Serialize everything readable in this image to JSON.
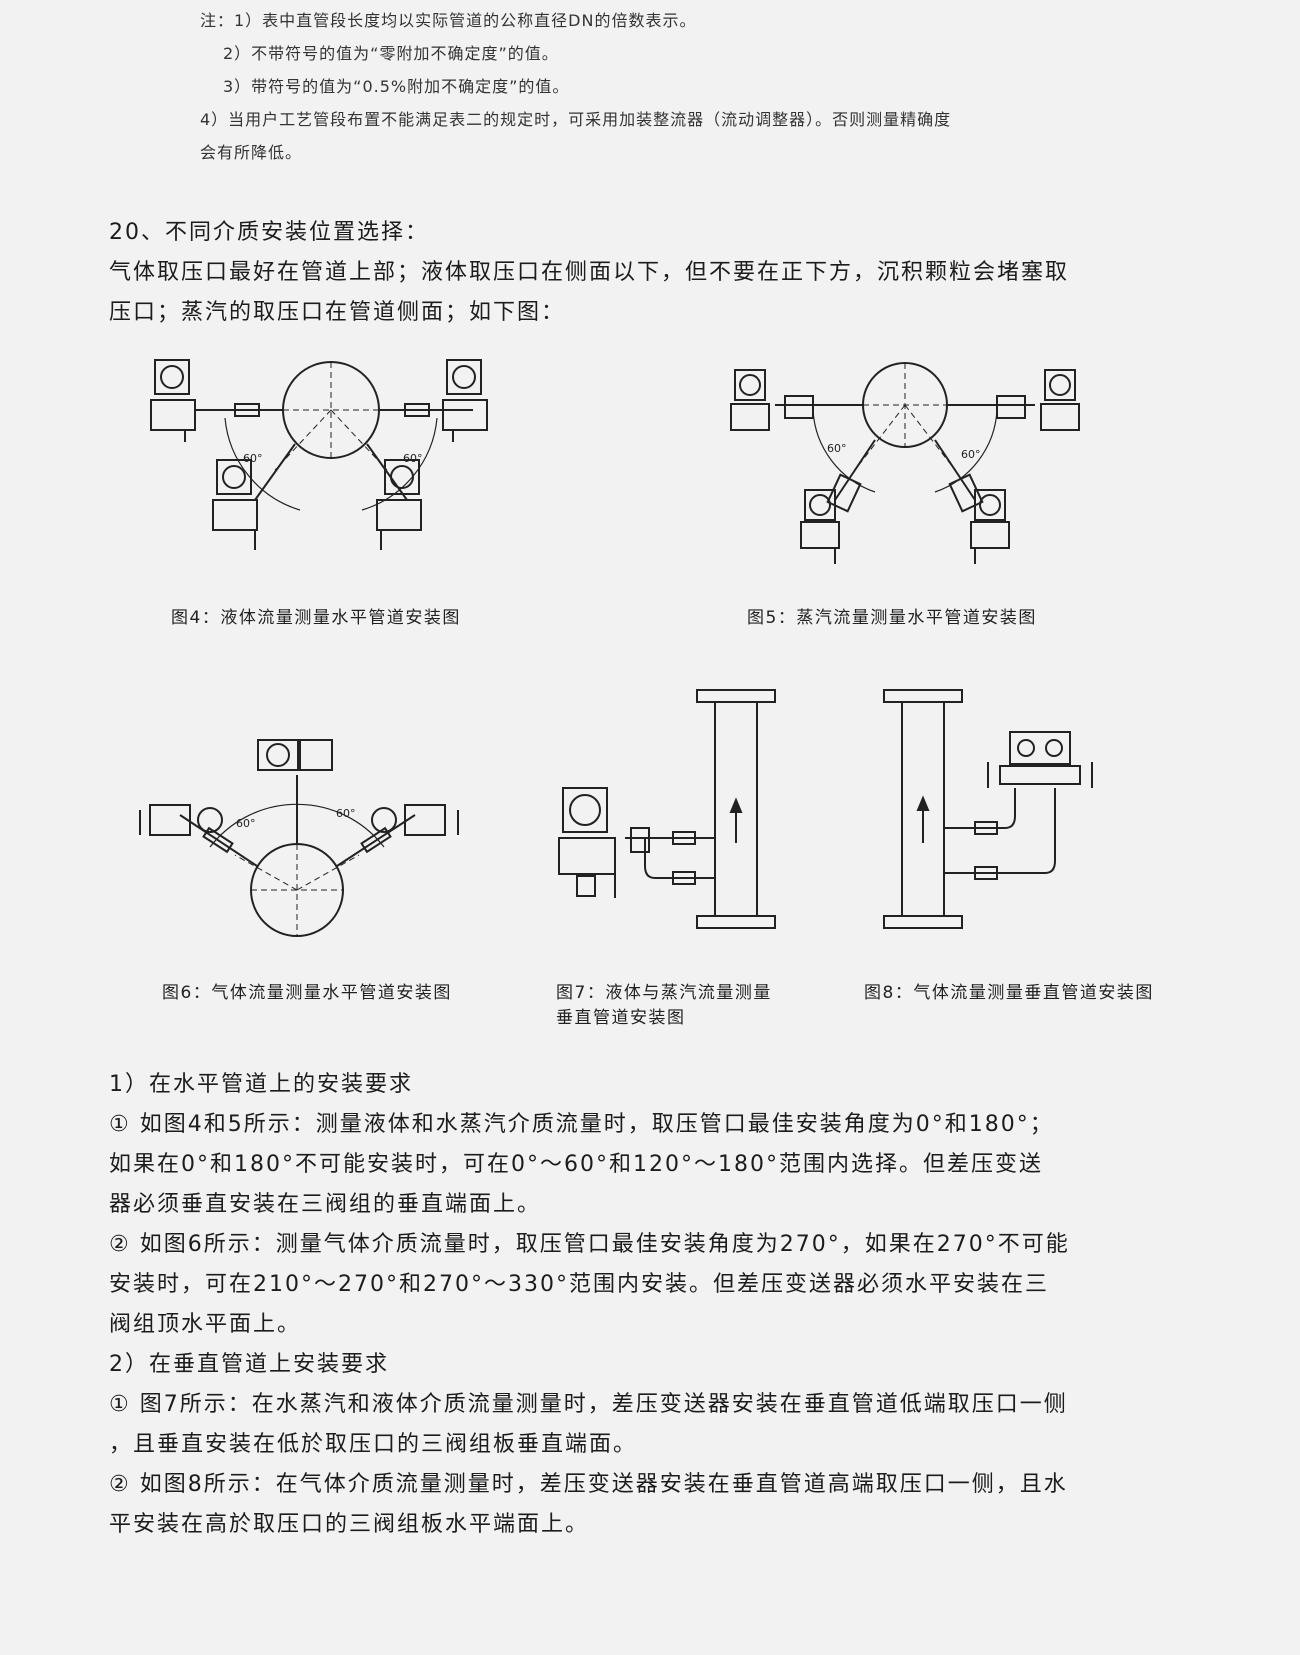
{
  "notes": [
    "注：1）表中直管段长度均以实际管道的公称直径DN的倍数表示。",
    "2）不带符号的值为“零附加不确定度”的值。",
    "3）带符号的值为“0.5%附加不确定度”的值。",
    "4）当用户工艺管段布置不能满足表二的规定时，可采用加装整流器（流动调整器）。否则测量精确度",
    "会有所降低。"
  ],
  "section20": {
    "heading": "20、不同介质安装位置选择：",
    "line1": "气体取压口最好在管道上部；液体取压口在侧面以下，但不要在正下方，沉积颗粒会堵塞取",
    "line2": "压口；蒸汽的取压口在管道侧面；如下图："
  },
  "figures": {
    "angle_label": "60°",
    "fig4_caption": "图4：液体流量测量水平管道安装图",
    "fig5_caption": "图5：蒸汽流量测量水平管道安装图",
    "fig6_caption": "图6：气体流量测量水平管道安装图",
    "fig7_caption_1": "图7：液体与蒸汽流量测量",
    "fig7_caption_2": "垂直管道安装图",
    "fig8_caption": "图8：气体流量测量垂直管道安装图"
  },
  "requirements": [
    "1）在水平管道上的安装要求",
    "① 如图4和5所示：测量液体和水蒸汽介质流量时，取压管口最佳安装角度为0°和180°；",
    "如果在0°和180°不可能安装时，可在0°～60°和120°～180°范围内选择。但差压变送",
    "器必须垂直安装在三阀组的垂直端面上。",
    "② 如图6所示：测量气体介质流量时，取压管口最佳安装角度为270°，如果在270°不可能",
    "安装时，可在210°～270°和270°～330°范围内安装。但差压变送器必须水平安装在三",
    "阀组顶水平面上。",
    "2）在垂直管道上安装要求",
    "① 图7所示：在水蒸汽和液体介质流量测量时，差压变送器安装在垂直管道低端取压口一侧",
    "，且垂直安装在低於取压口的三阀组板垂直端面。",
    "② 如图8所示：在气体介质流量测量时，差压变送器安装在垂直管道高端取压口一侧，且水",
    "平安装在高於取压口的三阀组板水平端面上。"
  ]
}
